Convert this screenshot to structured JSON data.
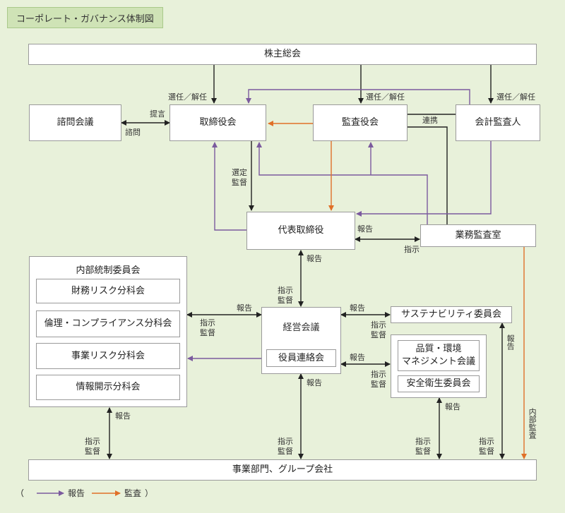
{
  "title": "コーポレート・ガバナンス体制図",
  "boxes": {
    "shareholders": "株主総会",
    "advisory": "諮問会議",
    "board": "取締役会",
    "audit_board": "監査役会",
    "accounting_auditor": "会計監査人",
    "ceo": "代表取締役",
    "internal_audit": "業務監査室",
    "management": "経営会議",
    "officers": "役員連絡会",
    "sustainability": "サステナビリティ委員会",
    "quality_line1": "品質・環境",
    "quality_line2": "マネジメント会議",
    "safety": "安全衛生委員会",
    "business": "事業部門、グループ会社"
  },
  "internal_control": {
    "title": "内部統制委員会",
    "items": [
      "財務リスク分科会",
      "倫理・コンプライアンス分科会",
      "事業リスク分科会",
      "情報開示分科会"
    ]
  },
  "labels": {
    "elect_board": "選任／解任",
    "elect_audit": "選任／解任",
    "elect_accounting": "選任／解任",
    "propose": "提言",
    "consult": "諮問",
    "coordinate": "連携",
    "select_1": "選定",
    "select_2": "監督",
    "report_ceo_audit": "報告",
    "instruct_ceo_audit": "指示",
    "report_mgmt_up": "報告",
    "instr_mgmt_1": "指示",
    "instr_mgmt_2": "監督",
    "report_ic": "報告",
    "instr_ic_1": "指示",
    "instr_ic_2": "監督",
    "report_sus": "報告",
    "instr_sus_1": "指示",
    "instr_sus_2": "監督",
    "report_qm": "報告",
    "instr_qm_1": "指示",
    "instr_qm_2": "監督",
    "report_mgmt_down": "報告",
    "report_ic_down": "報告",
    "report_qm_down": "報告",
    "report_sus_down": "報告",
    "bot_instr_1a": "指示",
    "bot_instr_1b": "監督",
    "bot_instr_2a": "指示",
    "bot_instr_2b": "監督",
    "bot_instr_3a": "指示",
    "bot_instr_3b": "監督",
    "bot_instr_4a": "指示",
    "bot_instr_4b": "監督",
    "internal_audit_v": "内部監査"
  },
  "legend": {
    "open": "（",
    "report": "報告",
    "audit": "監査",
    "close": "）"
  },
  "colors": {
    "report": "#7b5a9e",
    "audit": "#e07028",
    "black": "#222222"
  }
}
